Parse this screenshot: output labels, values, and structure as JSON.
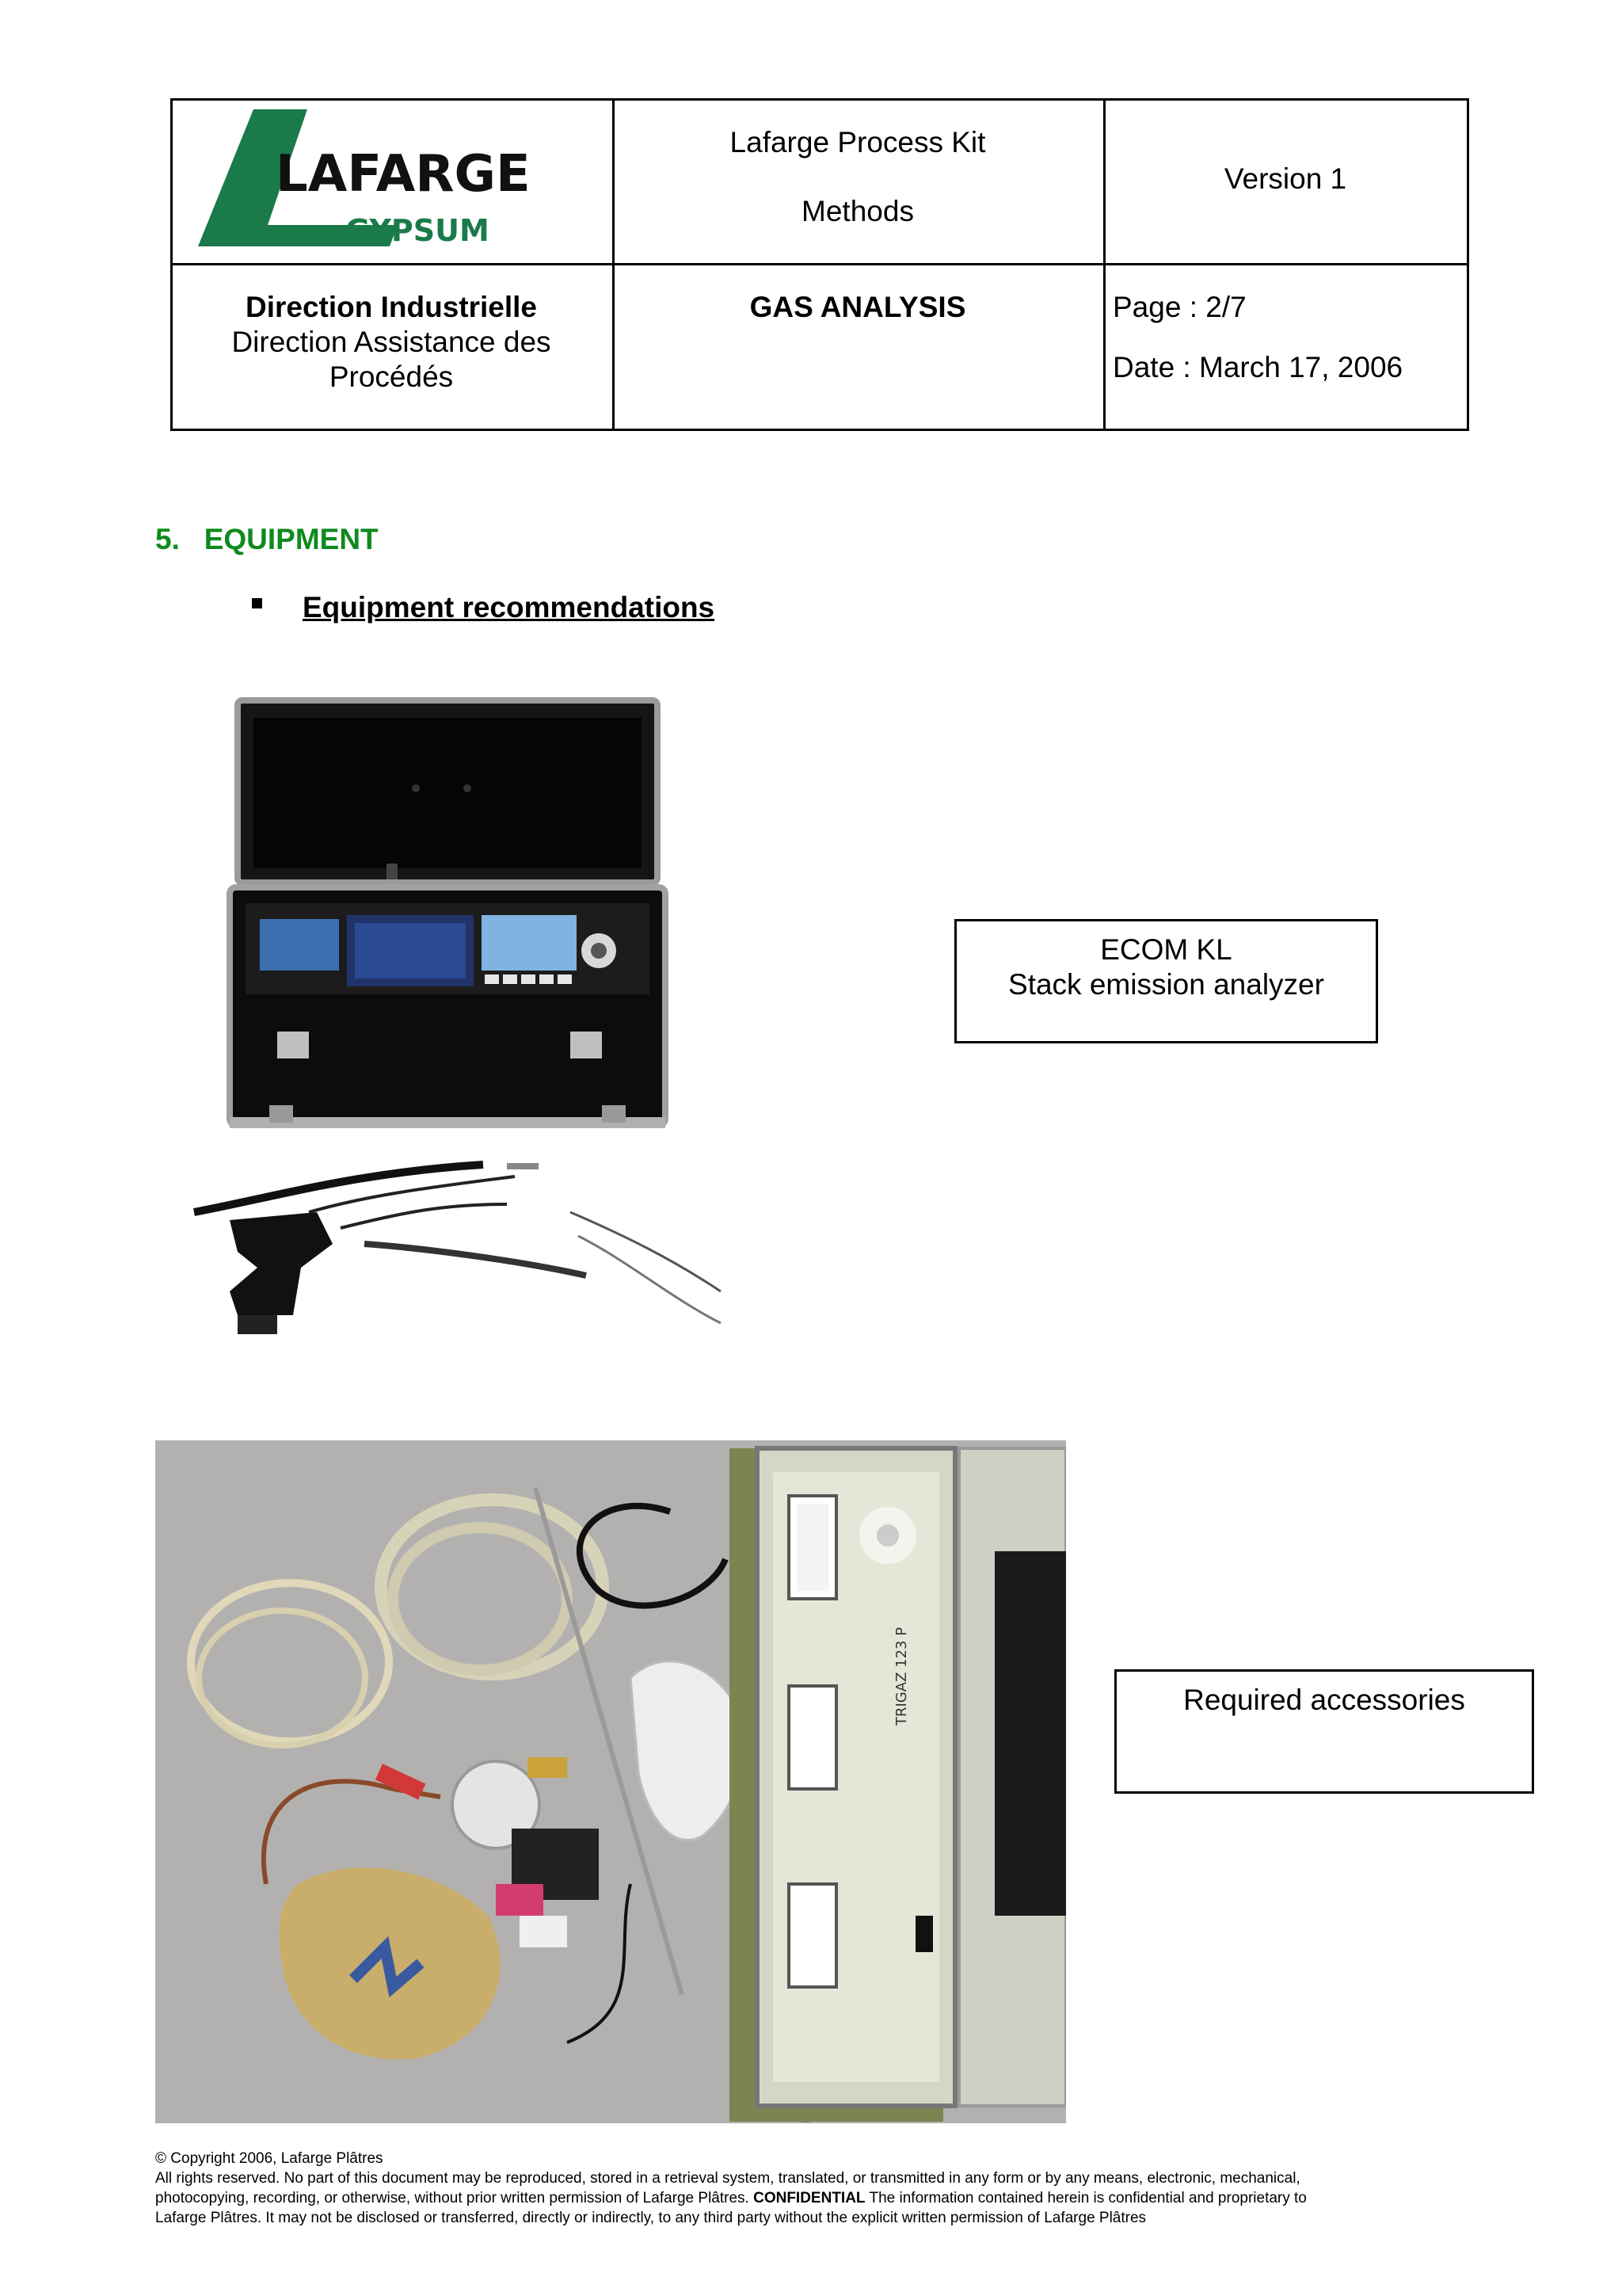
{
  "header": {
    "logo_brand": "LAFARGE",
    "logo_sub": "GYPSUM",
    "kit_title": "Lafarge Process Kit",
    "kit_subtitle": "Methods",
    "version": "Version 1",
    "department_bold": "Direction Industrielle",
    "department_line2": "Direction Assistance des",
    "department_line3": "Procédés",
    "doc_title": "GAS ANALYSIS",
    "page": "Page : 2/7",
    "date": "Date : March 17, 2006"
  },
  "section": {
    "number_title": "5.   EQUIPMENT",
    "subtitle": "Equipment recommendations"
  },
  "callouts": {
    "analyzer_line1": "ECOM KL",
    "analyzer_line2": "Stack emission analyzer",
    "accessories": "Required accessories"
  },
  "photo_labels": {
    "device_label": "TRIGAZ 123 P"
  },
  "footer": {
    "copyright": "© Copyright 2006, Lafarge Plâtres",
    "line1": "All rights reserved. No part of this document may be reproduced, stored in a retrieval system, translated, or transmitted in any form or by any means, electronic, mechanical,",
    "line2_a": "photocopying, recording, or otherwise, without prior written permission of Lafarge Plâtres.",
    "line2_bold": "CONFIDENTIAL",
    "line2_b": "The information contained herein is confidential and proprietary to",
    "line3": "Lafarge Plâtres. It may not be disclosed or transferred, directly or indirectly, to any third party without the explicit written permission of Lafarge Plâtres"
  },
  "colors": {
    "brand_green": "#0f8a1e",
    "logo_green": "#1a7a4a"
  }
}
